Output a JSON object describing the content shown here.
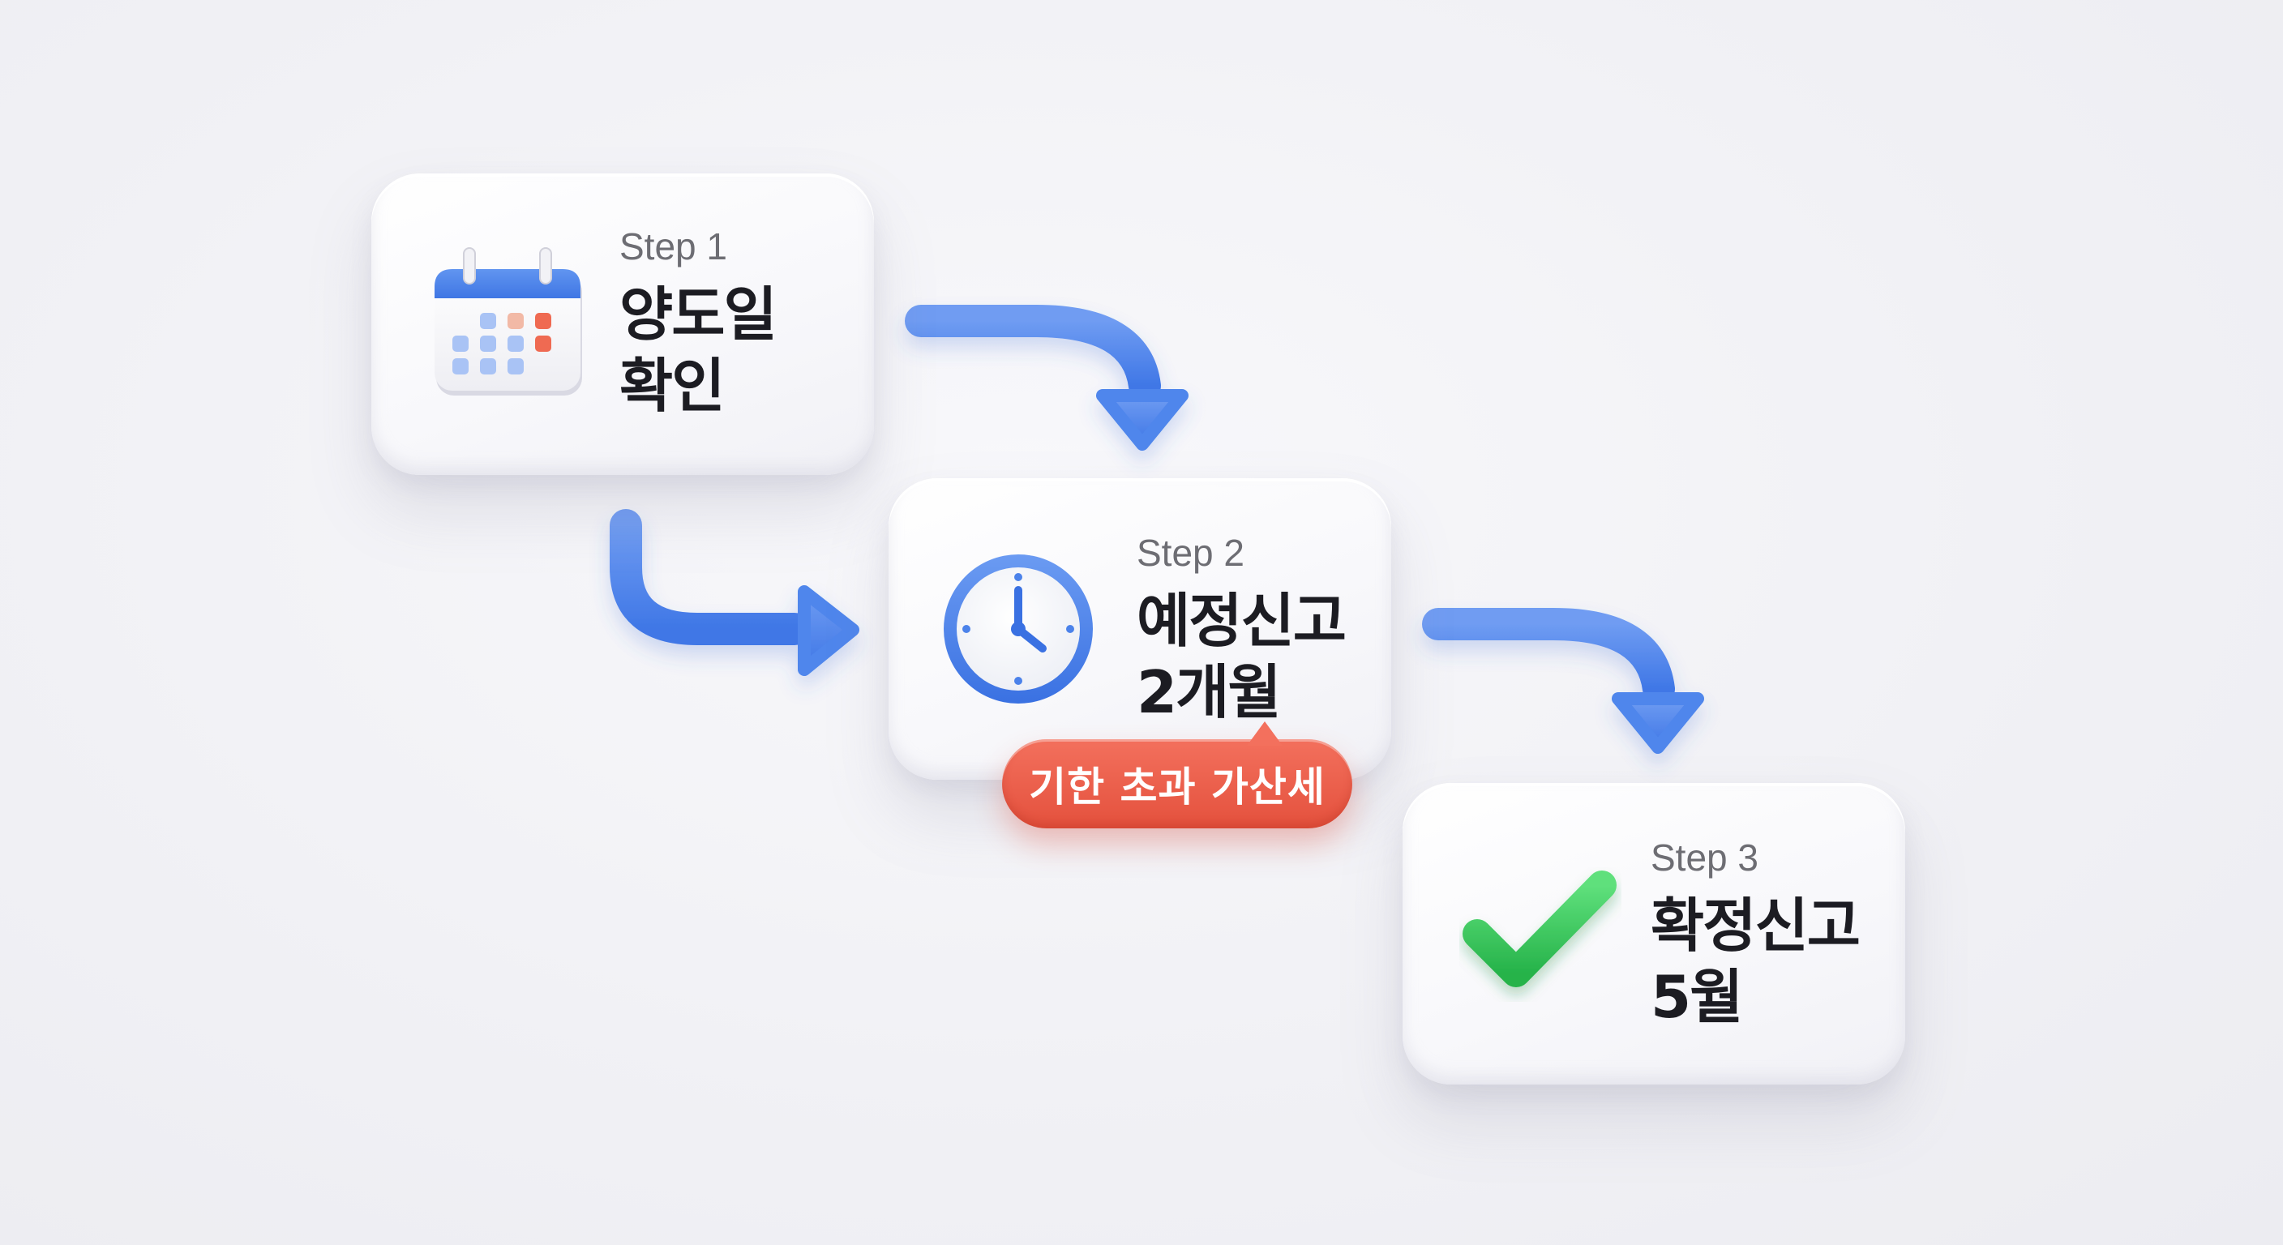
{
  "steps": [
    {
      "label": "Step 1",
      "title_line1": "양도일",
      "title_line2": "확인",
      "icon": "calendar-icon"
    },
    {
      "label": "Step 2",
      "title_line1": "예정신고",
      "title_line2": "2개월",
      "icon": "clock-icon"
    },
    {
      "label": "Step 3",
      "title_line1": "확정신고",
      "title_line2": "5월",
      "icon": "checkmark-icon"
    }
  ],
  "badge": {
    "text": "기한 초과 가산세"
  },
  "colors": {
    "arrow": "#4f86ec",
    "badge": "#e9553f",
    "check": "#35c95a",
    "clock": "#4b82ea",
    "calendar_header": "#4a82ea",
    "title_text": "#1c1c22",
    "label_text": "#6d6d73"
  }
}
